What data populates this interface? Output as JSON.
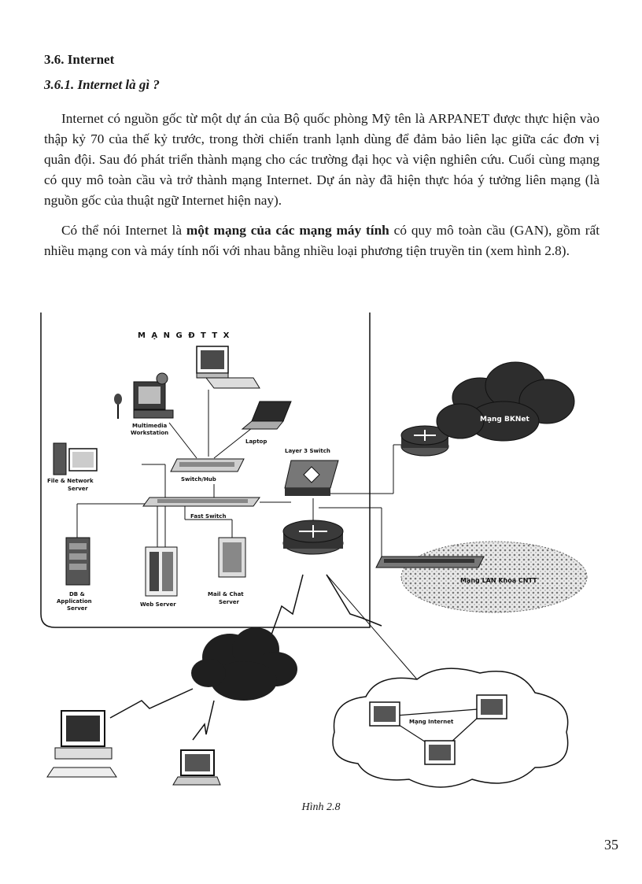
{
  "section_title": "3.6. Internet",
  "subsection_title": "3.6.1. Internet là gì ?",
  "paragraph1": "Internet có nguồn gốc từ một dự án của Bộ quốc phòng Mỹ tên là ARPANET được thực hiện vào thập kỷ 70 của thế kỷ trước, trong thời chiến tranh lạnh dùng để đảm bảo liên lạc giữa các đơn vị quân đội. Sau đó phát triển thành mạng cho các trường đại học và viện nghiên cứu. Cuối cùng mạng có quy mô toàn cầu và trở thành mạng Internet. Dự án này đã hiện thực hóa ý tưởng liên mạng (là nguồn gốc của thuật ngữ Internet hiện nay).",
  "paragraph2": {
    "before": "Có thể nói Internet là ",
    "bold": "một mạng của các mạng máy tính",
    "after": " có quy mô toàn cầu (GAN), gồm rất nhiều mạng con và máy tính nối với nhau bằng nhiều loại phương tiện truyền tin (xem hình 2.8)."
  },
  "diagram": {
    "network_title": "M Ạ N G   Đ T T X",
    "labels": {
      "multimedia1": "Multimedia",
      "multimedia2": "Workstation",
      "laptop": "Laptop",
      "switch_hub": "Switch/Hub",
      "layer3": "Layer 3 Switch",
      "file1": "File & Network",
      "file2": "Server",
      "fast_switch": "Fast Switch",
      "db1": "DB &",
      "db2": "Application",
      "db3": "Server",
      "web": "Web Server",
      "mail1": "Mail & Chat",
      "mail2": "Server",
      "bknet": "Mạng BKNet",
      "lan": "Mạng LAN Khoa CNTT",
      "internet": "Mạng Internet"
    }
  },
  "caption": "Hình 2.8",
  "page_number": "35"
}
